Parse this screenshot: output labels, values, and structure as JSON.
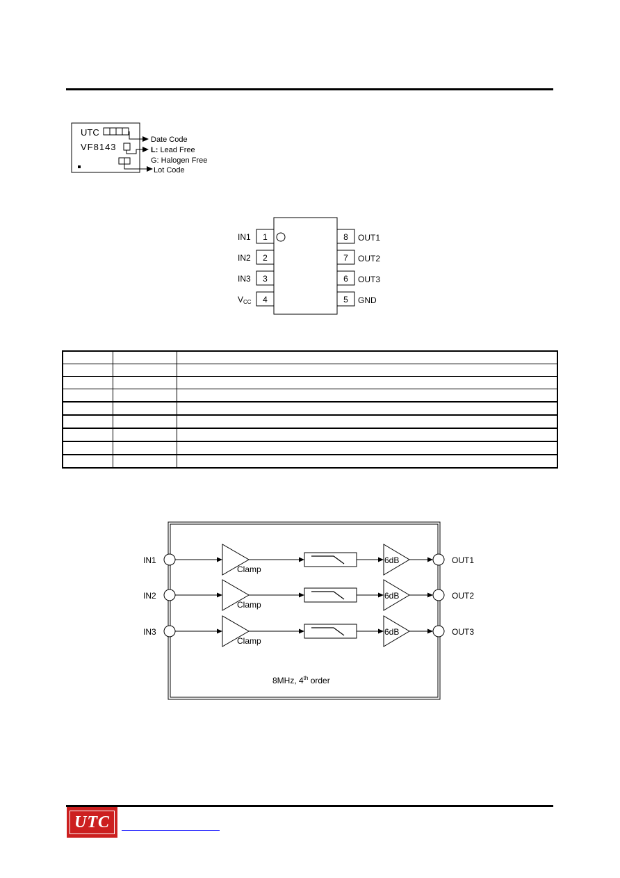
{
  "marking": {
    "line1_prefix": "UTC",
    "line2_prefix": "VF8143",
    "date_code": "Date Code",
    "lead_free_key": "L:",
    "lead_free_text": " Lead Free",
    "halogen_free": "G: Halogen Free",
    "lot_code": "Lot Code"
  },
  "pinout": {
    "left_pins": [
      {
        "num": "1",
        "label": "IN1"
      },
      {
        "num": "2",
        "label": "IN2"
      },
      {
        "num": "3",
        "label": "IN3"
      },
      {
        "num": "4",
        "label": "V",
        "sub": "CC"
      }
    ],
    "right_pins": [
      {
        "num": "8",
        "label": "OUT1"
      },
      {
        "num": "7",
        "label": "OUT2"
      },
      {
        "num": "6",
        "label": "OUT3"
      },
      {
        "num": "5",
        "label": "GND"
      }
    ]
  },
  "pin_table": {
    "rows": [
      [
        "",
        "",
        ""
      ],
      [
        "",
        "",
        ""
      ],
      [
        "",
        "",
        ""
      ],
      [
        "",
        "",
        ""
      ],
      [
        "",
        "",
        ""
      ],
      [
        "",
        "",
        ""
      ],
      [
        "",
        "",
        ""
      ],
      [
        "",
        "",
        ""
      ],
      [
        "",
        "",
        ""
      ]
    ]
  },
  "block_diagram": {
    "inputs": [
      "IN1",
      "IN2",
      "IN3"
    ],
    "outputs": [
      "OUT1",
      "OUT2",
      "OUT3"
    ],
    "clamp_label": "Clamp",
    "gain_label": "6dB",
    "filter_note_prefix": "8MHz, 4",
    "filter_note_sup": "th",
    "filter_note_suffix": " order"
  },
  "footer": {
    "logo_text": "UTC"
  },
  "colors": {
    "logo_red": "#cc1f1f",
    "link_blue": "#1a1aff"
  }
}
